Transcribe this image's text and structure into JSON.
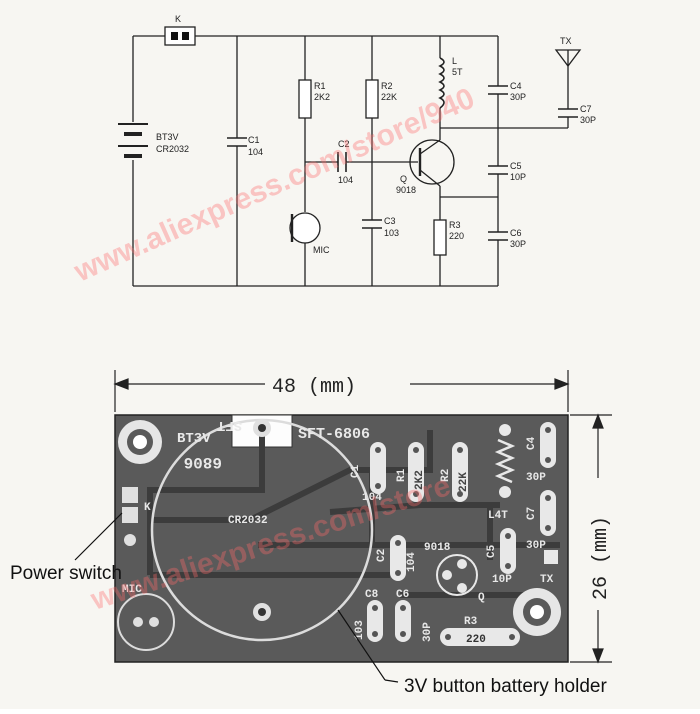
{
  "schematic": {
    "switch_label": "K",
    "battery_label_1": "BT3V",
    "battery_label_2": "CR2032",
    "c1_label": "C1",
    "c1_value": "104",
    "r1_label": "R1",
    "r1_value": "2K2",
    "r2_label": "R2",
    "r2_value": "22K",
    "c2_label": "C2",
    "c2_value": "104",
    "mic_label": "MIC",
    "c3_label": "C3",
    "c3_value": "103",
    "l_label": "L",
    "l_value": "5T",
    "q_label": "Q",
    "q_value": "9018",
    "r3_label": "R3",
    "r3_value": "220",
    "c4_label": "C4",
    "c4_value": "30P",
    "c5_label": "C5",
    "c5_value": "10P",
    "c6_label": "C6",
    "c6_value": "30P",
    "c7_label": "C7",
    "c7_value": "30P",
    "antenna_label": "TX"
  },
  "pcb": {
    "width_label": "48 (mm)",
    "height_label": "26 (mm)",
    "board_name": "SFT-6806",
    "silk_bt": "BT3V",
    "silk_sft_mirror": "SFT",
    "silk_6806_mirror": "6806",
    "k": "K",
    "battery": "CR2032",
    "mic": "MIC",
    "c1": "C1",
    "c1v": "104",
    "r1": "R1",
    "r1v": "2K2",
    "r2": "R2",
    "r2v": "22K",
    "c4": "C4",
    "c4v": "30P",
    "l": "L4T",
    "c7": "C7",
    "c7v": "30P",
    "c2": "C2",
    "c2v": "104",
    "q": "9018",
    "qlabel": "Q",
    "c5": "C5",
    "c5v": "10P",
    "tx": "TX",
    "c8": "C8",
    "c6": "C6",
    "c3v": "103",
    "c6v": "30P",
    "r3": "R3",
    "r3v": "220"
  },
  "callouts": {
    "power_switch": "Power switch",
    "battery_holder": "3V button battery holder"
  },
  "watermark": {
    "upper": "www.aliexpress.com/store/940",
    "lower": "www.aliexpress.com/store"
  }
}
